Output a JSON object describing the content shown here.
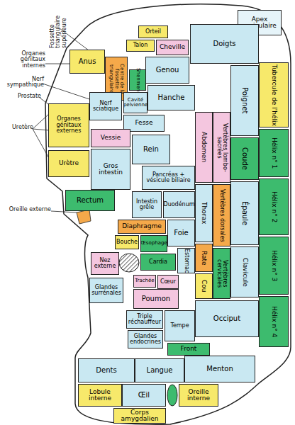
{
  "diagram": {
    "nodes": [
      {
        "text": [
          "Apex auriculaire"
        ]
      },
      {
        "text": [
          "Orteil"
        ]
      },
      {
        "text": [
          "Doigts"
        ]
      },
      {
        "text": [
          "Talon"
        ]
      },
      {
        "text": [
          "Cheville"
        ]
      },
      {
        "text": [
          "Anus"
        ]
      },
      {
        "text": [
          "Genou"
        ]
      },
      {
        "text": [
          "Centre de la fossette triangulaire"
        ]
      },
      {
        "text": [
          "Shenmen"
        ]
      },
      {
        "text": [
          "Tubercule de l'hélix"
        ]
      },
      {
        "text": [
          "Poignet"
        ]
      },
      {
        "text": [
          "Hanche"
        ]
      },
      {
        "text": [
          "Nerf sciatique"
        ]
      },
      {
        "text": [
          "Cavité pelvienne"
        ]
      },
      {
        "text": [
          "Organes génitaux externes"
        ]
      },
      {
        "text": [
          "Vertèbres lombo-sacrées"
        ]
      },
      {
        "text": [
          "Fesse"
        ]
      },
      {
        "text": [
          "Abdomen"
        ]
      },
      {
        "text": [
          "Vessie"
        ]
      },
      {
        "text": [
          "Hélix n° 1"
        ]
      },
      {
        "text": [
          "Coude"
        ]
      },
      {
        "text": [
          "Rein"
        ]
      },
      {
        "text": [
          "Urètre"
        ]
      },
      {
        "text": [
          "Gros intestin"
        ]
      },
      {
        "text": [
          "Pancréas + vésicule biliaire"
        ]
      },
      {
        "text": [
          "Intestin grêle"
        ]
      },
      {
        "text": [
          "Duodénum"
        ]
      },
      {
        "text": [
          "Hélix n° 2"
        ]
      },
      {
        "text": [
          "Épaule"
        ]
      },
      {
        "text": [
          "Vertèbres dorsales"
        ]
      },
      {
        "text": [
          "Thorax"
        ]
      },
      {
        "text": [
          "Rectum"
        ]
      },
      {
        "text": [
          "Foie"
        ]
      },
      {
        "text": [
          "Diaphragme"
        ]
      },
      {
        "text": [
          "Bouche"
        ]
      },
      {
        "text": [
          "Œsophage"
        ]
      },
      {
        "text": [
          "Hélix n° 3"
        ]
      },
      {
        "text": [
          "Rate"
        ]
      },
      {
        "text": [
          "Estomac"
        ]
      },
      {
        "text": [
          "Vertèbres cervicales"
        ]
      },
      {
        "text": [
          "Clavicule"
        ]
      },
      {
        "text": [
          "Cardia"
        ]
      },
      {
        "text": [
          "Nez externe"
        ]
      },
      {
        "text": [
          "Cou"
        ]
      },
      {
        "text": [
          "Trachée"
        ]
      },
      {
        "text": [
          "Cœur"
        ]
      },
      {
        "text": [
          "Glandes surrénales"
        ]
      },
      {
        "text": [
          "Poumon"
        ]
      },
      {
        "text": [
          "Hélix n° 4"
        ]
      },
      {
        "text": [
          "Occiput"
        ]
      },
      {
        "text": [
          "Triple réchauffeur"
        ]
      },
      {
        "text": [
          "Tempe"
        ]
      },
      {
        "text": [
          "Glandes endocrines"
        ]
      },
      {
        "text": [
          "Front"
        ]
      },
      {
        "text": [
          "Dents"
        ]
      },
      {
        "text": [
          "Langue"
        ]
      },
      {
        "text": [
          "Menton"
        ]
      },
      {
        "text": [
          "Lobule interne"
        ]
      },
      {
        "text": [
          "Œil"
        ]
      },
      {
        "text": [
          "Oreille interne"
        ]
      },
      {
        "text": [
          "Corps amygdalien"
        ]
      }
    ],
    "labels": [
      "Fossette triangulaire supérieure",
      "Organes génitaux internes",
      "Nerf sympathique",
      "Prostate",
      "Uretère",
      "Oreille externe"
    ]
  }
}
